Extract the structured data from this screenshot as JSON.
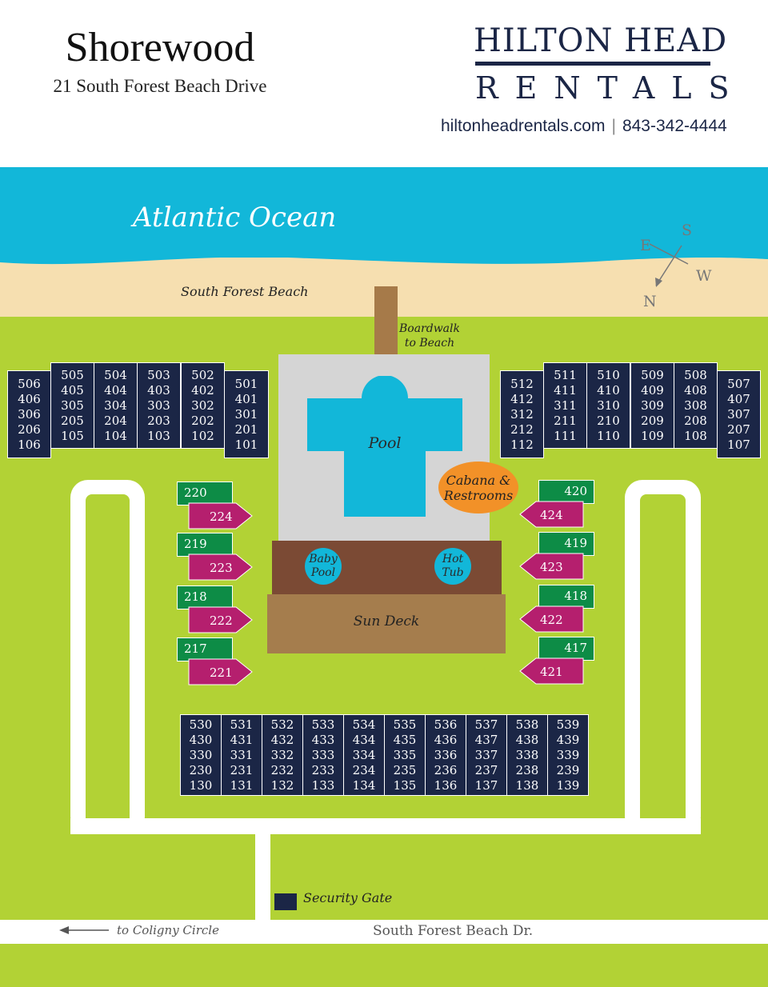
{
  "header": {
    "title": "Shorewood",
    "address": "21 South Forest Beach Drive",
    "logo_line1": "HILTON HEAD",
    "logo_line2": "RENTALS",
    "website": "hiltonheadrentals.com",
    "phone": "843-342-4444"
  },
  "map": {
    "ocean_label": "Atlantic Ocean",
    "beach_label": "South Forest Beach",
    "boardwalk_label_1": "Boardwalk",
    "boardwalk_label_2": "to Beach",
    "pool_label": "Pool",
    "cabana_label_1": "Cabana &",
    "cabana_label_2": "Restrooms",
    "baby_pool_label_1": "Baby",
    "baby_pool_label_2": "Pool",
    "hot_tub_label_1": "Hot",
    "hot_tub_label_2": "Tub",
    "sun_deck_label": "Sun Deck",
    "security_gate_label": "Security Gate",
    "coligny_label": "to Coligny Circle",
    "road_label": "South Forest Beach Dr.",
    "compass": {
      "n": "N",
      "s": "S",
      "e": "E",
      "w": "W"
    }
  },
  "buildings": {
    "top_left": [
      [
        "506",
        "406",
        "306",
        "206",
        "106"
      ],
      [
        "505",
        "405",
        "305",
        "205",
        "105"
      ],
      [
        "504",
        "404",
        "304",
        "204",
        "104"
      ],
      [
        "503",
        "403",
        "303",
        "203",
        "103"
      ],
      [
        "502",
        "402",
        "302",
        "202",
        "102"
      ],
      [
        "501",
        "401",
        "301",
        "201",
        "101"
      ]
    ],
    "top_right": [
      [
        "512",
        "412",
        "312",
        "212",
        "112"
      ],
      [
        "511",
        "411",
        "311",
        "211",
        "111"
      ],
      [
        "510",
        "410",
        "310",
        "210",
        "110"
      ],
      [
        "509",
        "409",
        "309",
        "209",
        "109"
      ],
      [
        "508",
        "408",
        "308",
        "208",
        "108"
      ],
      [
        "507",
        "407",
        "307",
        "207",
        "107"
      ]
    ],
    "bottom": [
      [
        "530",
        "430",
        "330",
        "230",
        "130"
      ],
      [
        "531",
        "431",
        "331",
        "231",
        "131"
      ],
      [
        "532",
        "432",
        "332",
        "232",
        "132"
      ],
      [
        "533",
        "433",
        "333",
        "233",
        "133"
      ],
      [
        "534",
        "434",
        "334",
        "234",
        "134"
      ],
      [
        "535",
        "435",
        "335",
        "235",
        "135"
      ],
      [
        "536",
        "436",
        "336",
        "236",
        "136"
      ],
      [
        "537",
        "437",
        "337",
        "237",
        "137"
      ],
      [
        "538",
        "438",
        "338",
        "238",
        "138"
      ],
      [
        "539",
        "439",
        "339",
        "239",
        "139"
      ]
    ],
    "left_pairs": [
      {
        "green": "220",
        "magenta": "224"
      },
      {
        "green": "219",
        "magenta": "223"
      },
      {
        "green": "218",
        "magenta": "222"
      },
      {
        "green": "217",
        "magenta": "221"
      }
    ],
    "right_pairs": [
      {
        "green": "420",
        "magenta": "424"
      },
      {
        "green": "419",
        "magenta": "423"
      },
      {
        "green": "418",
        "magenta": "422"
      },
      {
        "green": "417",
        "magenta": "421"
      }
    ]
  },
  "colors": {
    "navy": "#1b2646",
    "green_unit": "#0d8c46",
    "magenta_unit": "#b51f6e",
    "ocean": "#12b7d9",
    "sand": "#f6dfb0",
    "grass": "#b2d235",
    "cabana": "#f29128"
  }
}
